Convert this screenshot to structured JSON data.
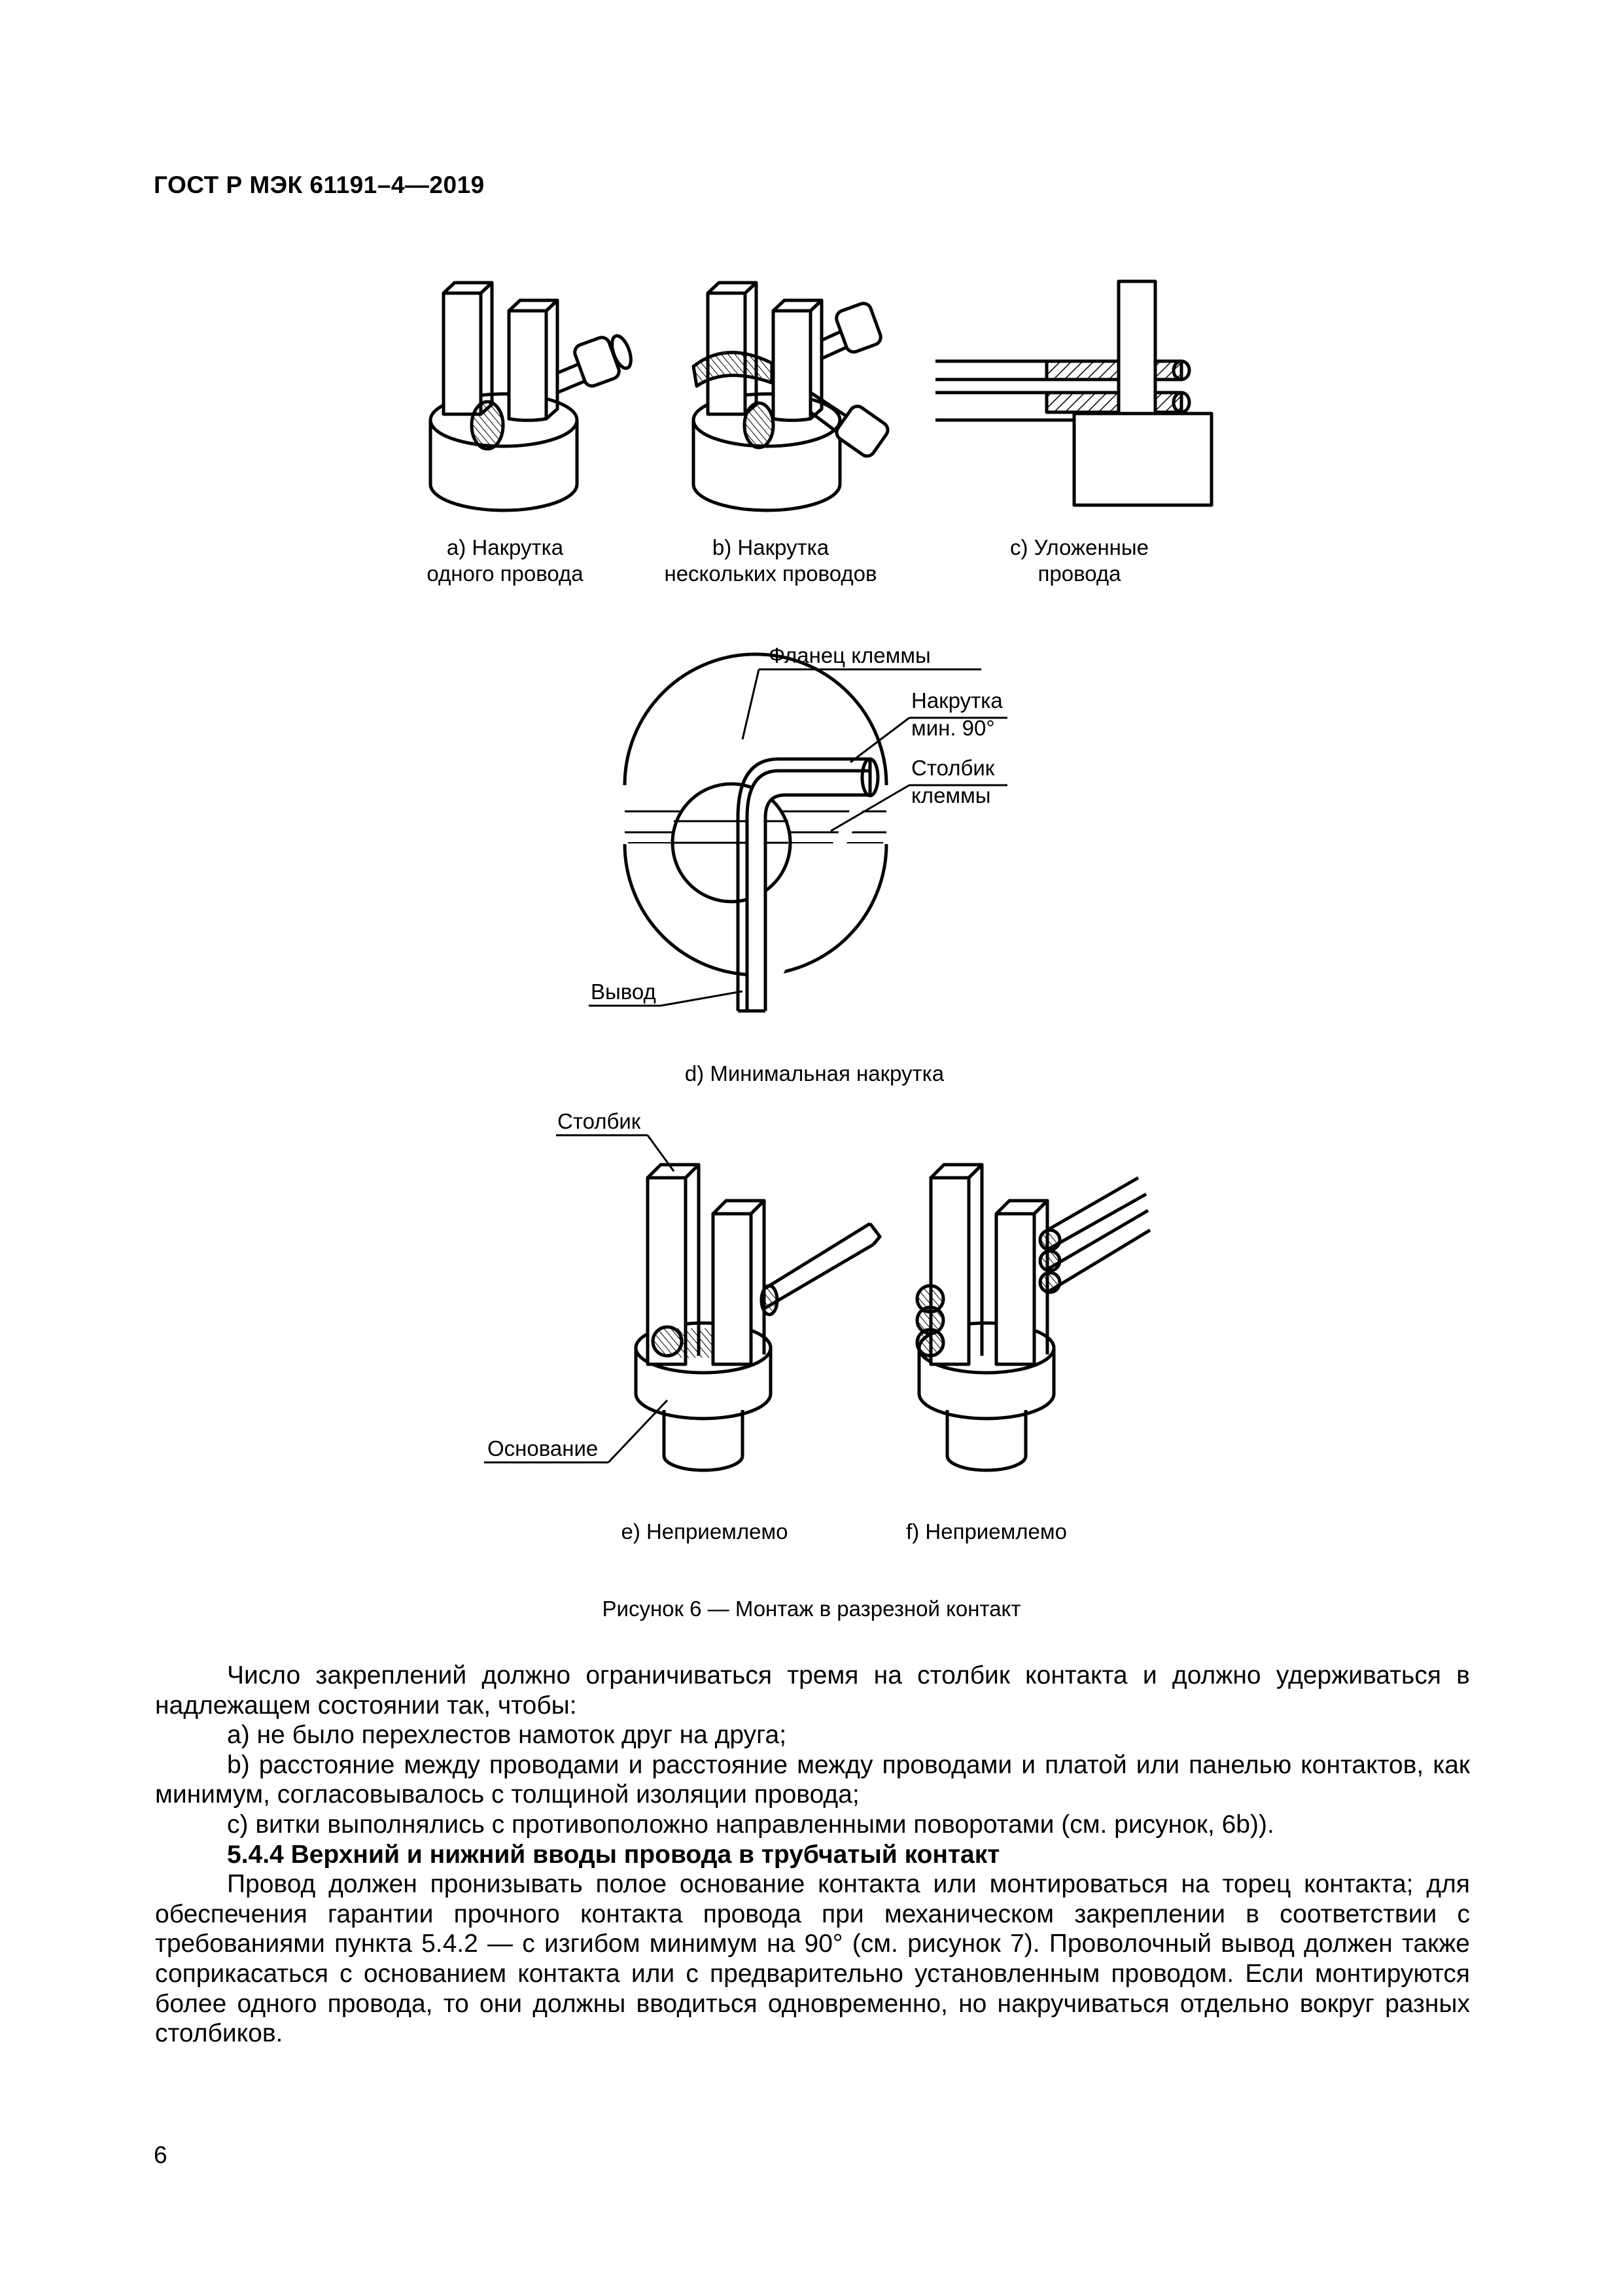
{
  "header": {
    "title": "ГОСТ Р МЭК 61191–4—2019"
  },
  "figure": {
    "subfigures": {
      "a": {
        "line1": "a) Накрутка",
        "line2": "одного провода"
      },
      "b": {
        "line1": "b) Накрутка",
        "line2": "нескольких проводов"
      },
      "c": {
        "line1": "c) Уложенные",
        "line2": "провода"
      },
      "d": {
        "caption": "d) Минимальная накрутка"
      },
      "e": {
        "caption": "e) Неприемлемо"
      },
      "f": {
        "caption": "f) Неприемлемо"
      }
    },
    "callouts": {
      "flange": "Фланец клеммы",
      "wrap1": "Накрутка",
      "wrap2": "мин. 90°",
      "post1": "Столбик",
      "post2": "клеммы",
      "lead": "Вывод",
      "post": "Столбик",
      "base": "Основание"
    },
    "caption": "Рисунок 6 — Монтаж в разрезной контакт"
  },
  "body": {
    "p1": "Число закреплений должно ограничиваться тремя на столбик контакта и должно удерживаться в надлежащем состоянии так, чтобы:",
    "item_a": "a) не было перехлестов намоток друг на друга;",
    "item_b": "b) расстояние между проводами и расстояние между проводами и платой или панелью контактов, как минимум, согласовывалось с толщиной изоляции провода;",
    "item_c": "c) витки выполнялись с противоположно направленными поворотами (см. рисунок, 6b)).",
    "heading": "5.4.4 Верхний и нижний вводы провода в трубчатый контакт",
    "p2": "Провод должен пронизывать полое основание контакта или монтироваться на торец контакта; для обеспечения гарантии прочного контакта провода при механическом закреплении в соответствии с требованиями пункта 5.4.2 — с изгибом минимум на 90° (см. рисунок 7). Проволочный вывод должен также соприкасаться с основанием контакта или с предварительно установленным проводом. Если монтируются более одного провода, то они должны вводиться одновременно, но накручиваться отдельно вокруг разных столбиков."
  },
  "page_number": "6"
}
